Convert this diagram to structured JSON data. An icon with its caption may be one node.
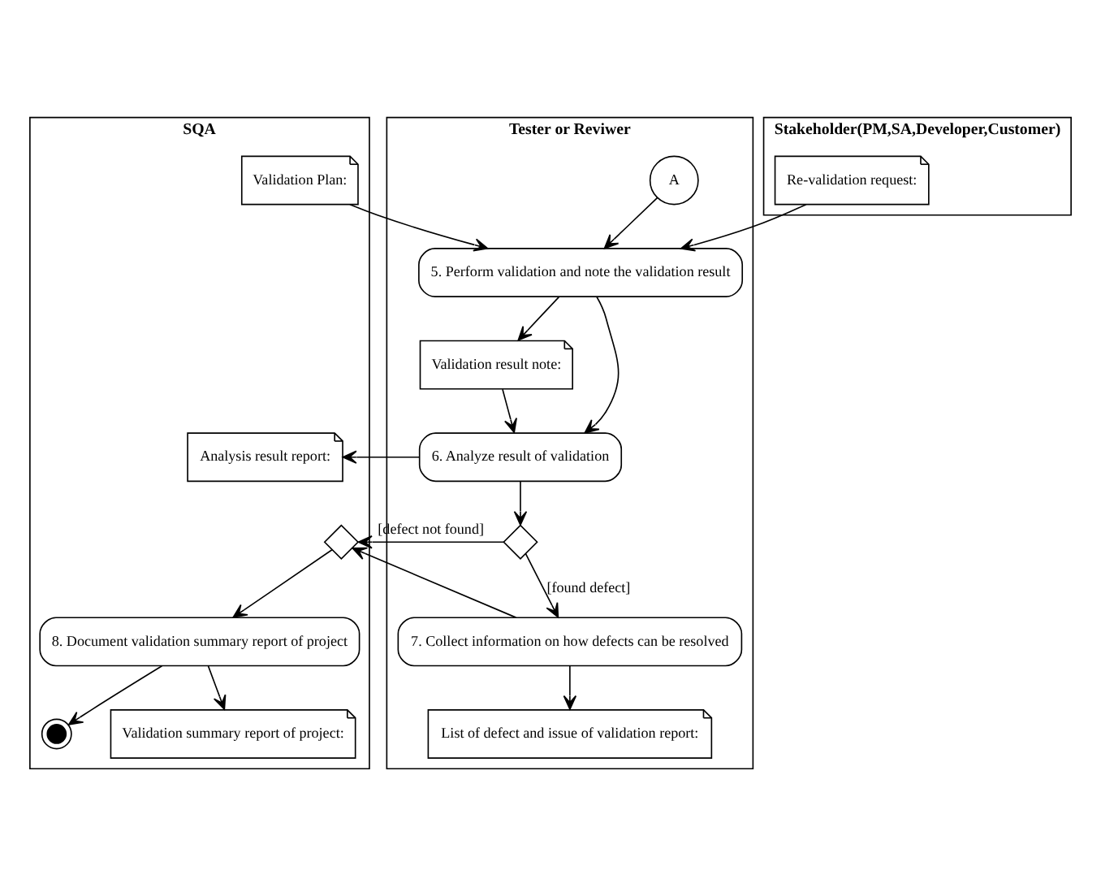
{
  "diagram": {
    "nodes": [
      {
        "text": [
          "SQA"
        ]
      },
      {
        "text": [
          "Stakeholder(PM,SA,Developer,Customer)"
        ]
      },
      {
        "text": [
          "Tester or Reviwer"
        ]
      },
      {
        "text": [
          "Validation Plan:"
        ],
        "in": 0
      },
      {
        "text": [
          "Re-validation request:"
        ],
        "in": 1
      },
      {
        "text": [
          "A"
        ],
        "in": 2
      },
      {
        "text": [
          "5. Perform validation and note the validation result"
        ],
        "in": 2
      },
      {
        "text": [
          "Validation result note:"
        ],
        "in": 2
      },
      {
        "text": [
          "6. Analyze result of validation"
        ],
        "in": 2
      },
      {
        "text": [
          "Analysis result report:"
        ],
        "in": 0
      },
      {
        "text": [],
        "shape": "diamond",
        "in": 2
      },
      {
        "text": [
          "7. Collect information on how defects can be resolved"
        ],
        "in": 2
      },
      {
        "text": [],
        "shape": "diamond",
        "in": 0
      },
      {
        "text": [
          "8. Document validation summary report of project"
        ],
        "in": 0
      },
      {
        "text": [],
        "shape": "circle",
        "in": 0
      },
      {
        "text": [
          "Validation summary report of project:"
        ],
        "in": 0
      },
      {
        "text": [
          "List of defect and issue of validation report:"
        ],
        "in": 2
      }
    ],
    "edges": [
      {
        "from": 3,
        "to": 6,
        "arrow": "to"
      },
      {
        "from": 4,
        "to": 6,
        "arrow": "to"
      },
      {
        "from": 5,
        "to": 6,
        "arrow": "to"
      },
      {
        "from": 6,
        "to": 7,
        "arrow": "to"
      },
      {
        "from": 6,
        "to": 8,
        "arrow": "to"
      },
      {
        "from": 7,
        "to": 8,
        "arrow": "to"
      },
      {
        "from": 8,
        "to": 9,
        "arrow": "to"
      },
      {
        "from": 8,
        "to": 10,
        "arrow": "to"
      },
      {
        "from": 10,
        "to": 12,
        "label": "[defect not found]",
        "arrow": "to"
      },
      {
        "from": 10,
        "to": 11,
        "label": "[found defect]",
        "arrow": "to"
      },
      {
        "from": 11,
        "to": 12,
        "arrow": "to"
      },
      {
        "from": 12,
        "to": 13,
        "arrow": "to"
      },
      {
        "from": 13,
        "to": 15,
        "arrow": "to"
      },
      {
        "from": 13,
        "to": 14,
        "arrow": "to"
      },
      {
        "from": 11,
        "to": 16,
        "arrow": "to"
      }
    ]
  }
}
